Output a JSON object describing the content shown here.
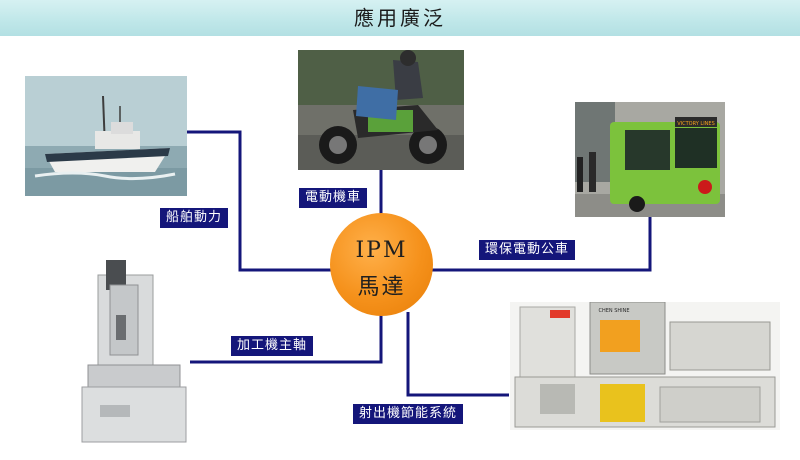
{
  "header": {
    "title": "應用廣泛"
  },
  "hub": {
    "line1": "IPM",
    "line2": "馬達"
  },
  "applications": {
    "boat": "船舶動力",
    "scooter": "電動機車",
    "bus": "環保電動公車",
    "machining": "加工機主軸",
    "injection": "射出機節能系統"
  },
  "photo_text": {
    "bus_sign": "VICTORY LINES",
    "injection_brand": "CHEN SHINE"
  },
  "colors": {
    "line": "#14167a",
    "label_bg": "#14167a",
    "hub_orange": "#f5911b",
    "banner": "#c2e8ea"
  }
}
